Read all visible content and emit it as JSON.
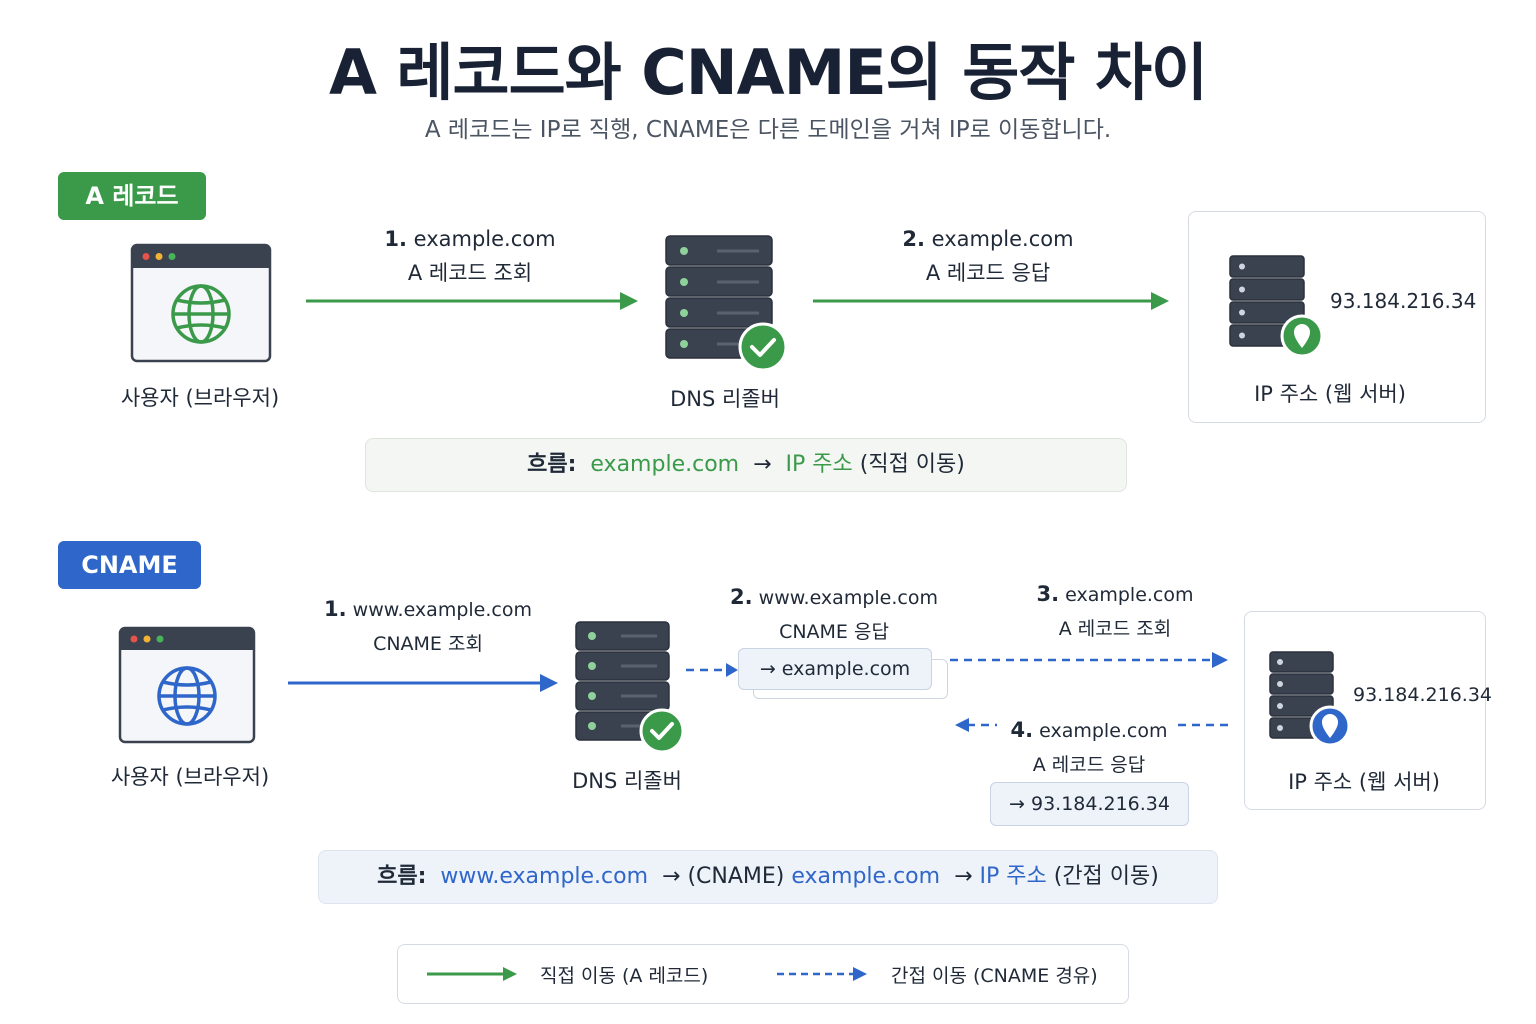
{
  "title": "A 레코드와 CNAME의 동작 차이",
  "subtitle": "A 레코드는 IP로 직행, CNAME은 다른 도메인을 거쳐 IP로 이동합니다.",
  "a_section": {
    "badge": "A 레코드",
    "user_label": "사용자 (브라우저)",
    "resolver_label": "DNS 리졸버",
    "server_label": "IP 주소 (웹 서버)",
    "ip": "93.184.216.34",
    "step1": {
      "num": "1.",
      "line1": "example.com",
      "line2": "A 레코드 조회"
    },
    "step2": {
      "num": "2.",
      "line1": "example.com",
      "line2": "A 레코드 응답"
    },
    "flow": {
      "prefix": "흐름:",
      "domain": "example.com",
      "arrow": "→",
      "target": "IP 주소",
      "note": "(직접 이동)"
    }
  },
  "cname_section": {
    "badge": "CNAME",
    "user_label": "사용자 (브라우저)",
    "resolver_label": "DNS 리졸버",
    "server_label": "IP 주소 (웹 서버)",
    "ip": "93.184.216.34",
    "step1": {
      "num": "1.",
      "line1": "www.example.com",
      "line2": "CNAME 조회"
    },
    "step2": {
      "num": "2.",
      "line1": "www.example.com",
      "line2": "CNAME 응답"
    },
    "step2_chip": "→ example.com",
    "step3": {
      "num": "3.",
      "line1": "example.com",
      "line2": "A 레코드 조회"
    },
    "step4": {
      "num": "4.",
      "line1": "example.com",
      "line2": "A 레코드 응답"
    },
    "step4_chip": "→ 93.184.216.34",
    "flow": {
      "prefix": "흐름:",
      "domain1": "www.example.com",
      "arrow1": "→",
      "middle": "(CNAME)",
      "domain2": "example.com",
      "arrow2": "→",
      "target": "IP 주소",
      "note": "(간접 이동)"
    }
  },
  "legend": {
    "direct": "직접 이동 (A 레코드)",
    "indirect": "간접 이동 (CNAME 경유)"
  },
  "colors": {
    "green": "#3b9a4a",
    "blue": "#2f66c9",
    "dark": "#3a4250"
  },
  "icons": [
    "browser-icon",
    "globe-icon",
    "server-icon",
    "check-icon",
    "location-pin-icon",
    "arrow-icon"
  ]
}
